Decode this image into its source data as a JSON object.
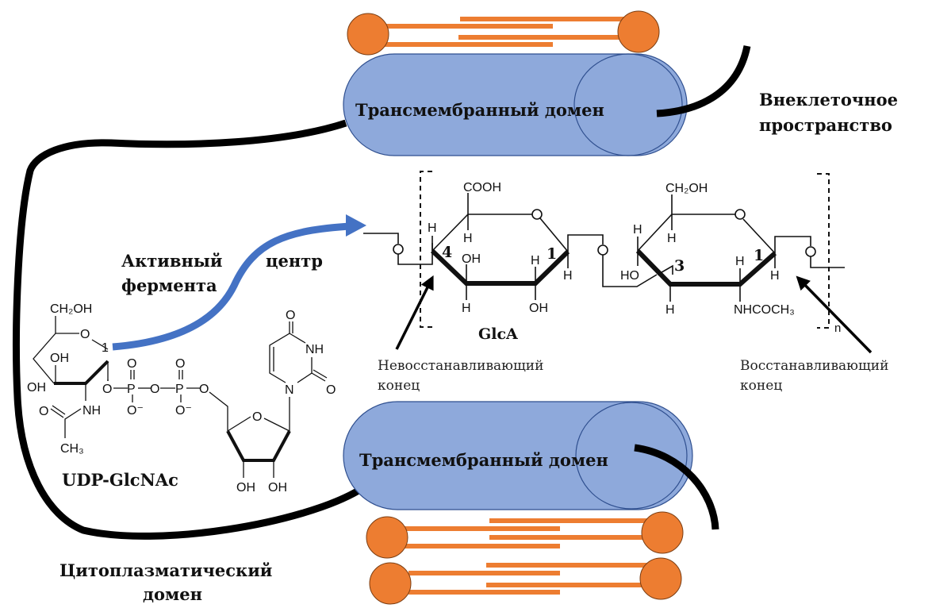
{
  "labels": {
    "tm_domain_top": "Трансмембранный домен",
    "tm_domain_bottom": "Трансмембранный домен",
    "extracellular_line1": "Внеклеточное",
    "extracellular_line2": "пространство",
    "active_site_word1": "Активный",
    "active_site_word2": "центр",
    "active_site_word3": "фермента",
    "cytoplasmic_line1": "Цитоплазматический",
    "cytoplasmic_line2": "домен",
    "donor": "UDP-GlcNAc",
    "glca": "GlcA",
    "nonreducing_line1": "Невосстанавливающий",
    "nonreducing_line2": "конец",
    "reducing_line1": "Восстанавливающий",
    "reducing_line2": "конец"
  },
  "chem": {
    "cooh": "COOH",
    "ch2oh": "CH₂OH",
    "h": "H",
    "oh": "OH",
    "ho": "HO",
    "nhcoch3": "NHCOCH₃",
    "c4": "4",
    "c1": "1",
    "c3": "3",
    "repeat_n": "n",
    "udp": {
      "ch2oh": "CH₂OH",
      "o": "O",
      "c1": "1",
      "oh": "OH",
      "nh": "NH",
      "ch3": "CH₃",
      "p": "P",
      "o_minus": "O⁻"
    }
  },
  "colors": {
    "membrane_protein": "#8EA9DB",
    "lipid": "#ED7D31",
    "transfer_arrow": "#4472C4",
    "tether": "#000000"
  }
}
